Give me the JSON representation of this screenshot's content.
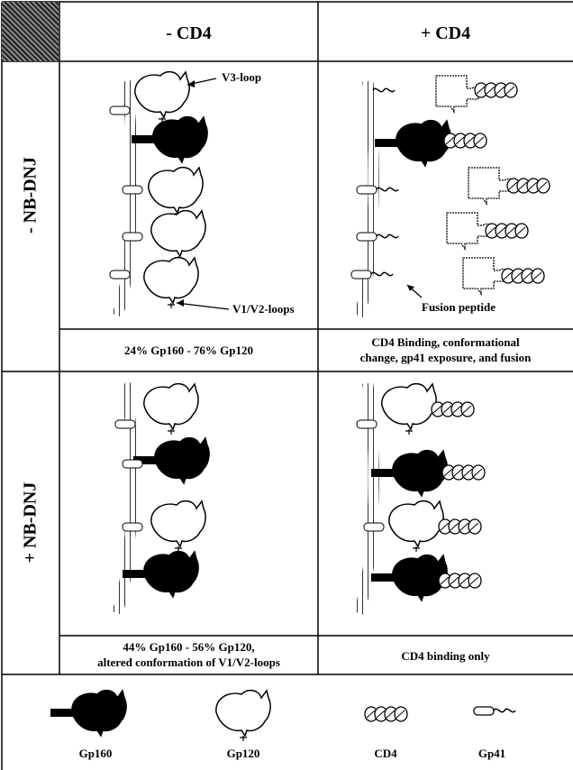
{
  "header": {
    "col_minus": "- CD4",
    "col_plus": "+ CD4"
  },
  "rows": {
    "minus_nbdnj": "- NB-DNJ",
    "plus_nbdnj": "+ NB-DNJ"
  },
  "annotations": {
    "v3_loop": "V3-loop",
    "v1v2_loops": "V1/V2-loops",
    "fusion_peptide": "Fusion peptide"
  },
  "captions": {
    "top_left": "24% Gp160 - 76% Gp120",
    "top_right_1": "CD4 Binding, conformational",
    "top_right_2": "change, gp41 exposure, and fusion",
    "bottom_left_1": "44% Gp160 - 56% Gp120,",
    "bottom_left_2": "altered conformation of V1/V2-loops",
    "bottom_right": "CD4 binding only"
  },
  "legend": {
    "gp160": "Gp160",
    "gp120": "Gp120",
    "cd4": "CD4",
    "gp41": "Gp41"
  }
}
